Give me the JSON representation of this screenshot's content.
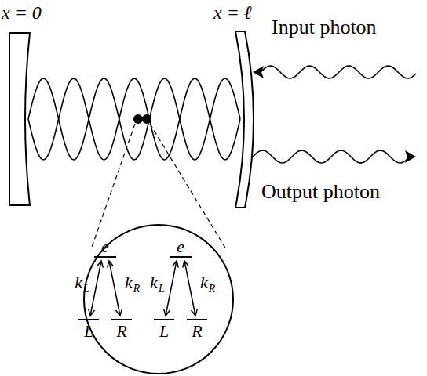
{
  "diagram": {
    "nodes": [
      {
        "text": [
          "e",
          "e",
          "k",
          "L",
          "k",
          "R",
          "k",
          "L",
          "k",
          "R",
          "L",
          "R",
          "L",
          "R"
        ]
      }
    ],
    "edges": [],
    "labels": [
      "x = 0",
      "x = ℓ",
      "Input photon",
      "Output photon"
    ]
  }
}
